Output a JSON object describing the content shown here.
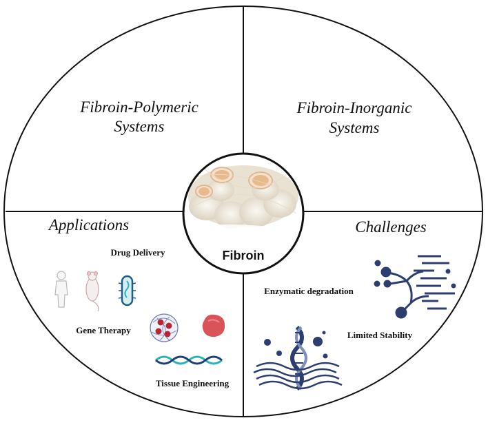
{
  "quadrants": {
    "top_left": {
      "line1": "Fibroin-Polymeric",
      "line2": "Systems"
    },
    "top_right": {
      "line1": "Fibroin-Inorganic",
      "line2": "Systems"
    },
    "bottom_left": {
      "title": "Applications"
    },
    "bottom_right": {
      "title": "Challenges"
    }
  },
  "center": {
    "label": "Fibroin"
  },
  "applications": {
    "drug_delivery": "Drug Delivery",
    "gene_therapy": "Gene Therapy",
    "tissue_engineering": "Tissue Engineering"
  },
  "challenges": {
    "enzymatic_degradation": "Enzymatic degradation",
    "limited_stability": "Limited Stability"
  },
  "colors": {
    "outline": "#111111",
    "cocoon": "#f3efe6",
    "cocoon_inner": "#e8b98a",
    "navy": "#2c3e70",
    "teal": "#2bb3b8",
    "blob_red": "#d9535a"
  },
  "icons": [
    "human-icon",
    "rat-icon",
    "bacterium-icon",
    "nanoparticle-icon",
    "tissue-blob-icon",
    "dna-helix-icon",
    "molecule-network-icon",
    "dna-wave-icon",
    "cocoon-photo"
  ]
}
